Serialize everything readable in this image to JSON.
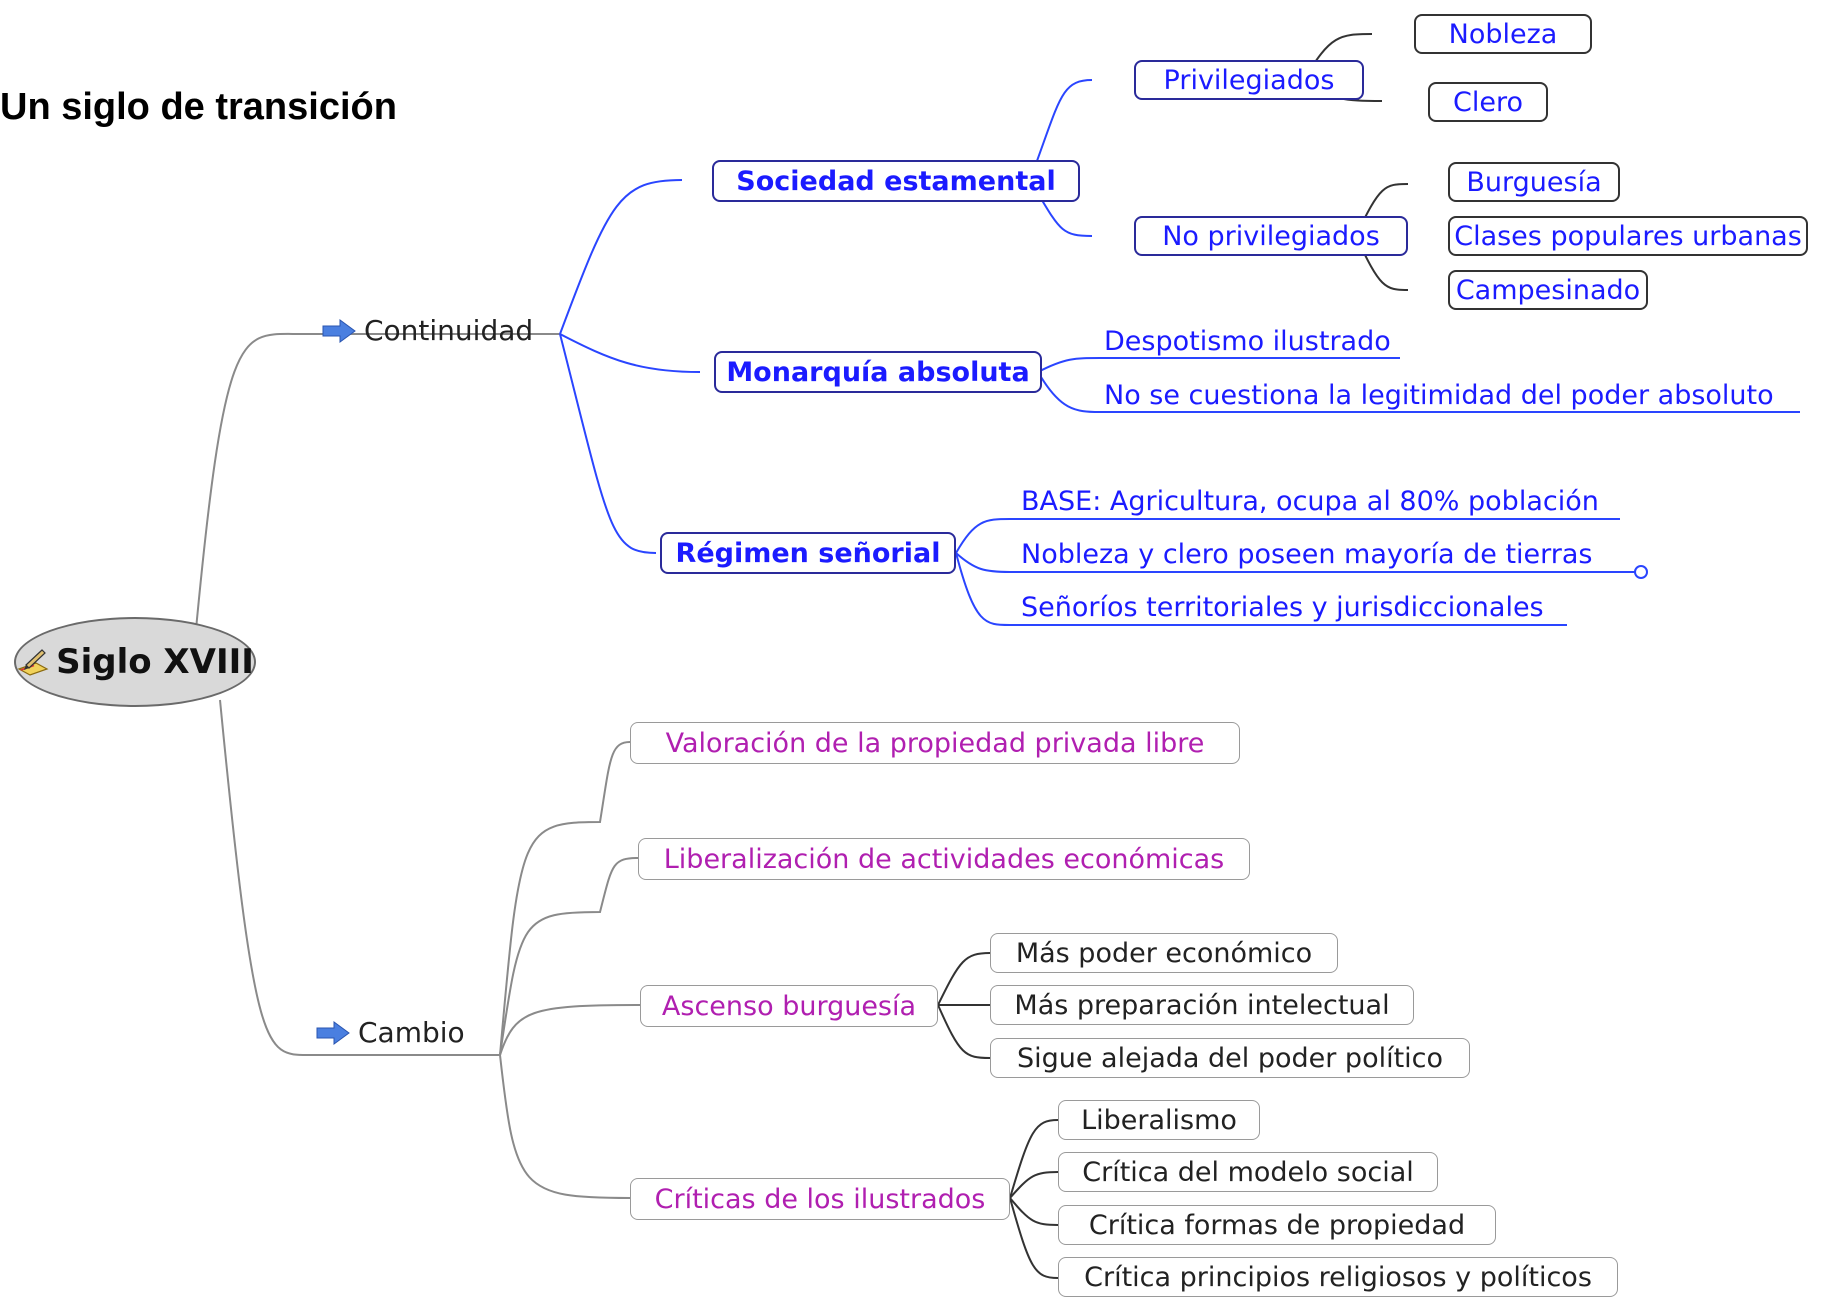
{
  "title": "Un siglo de transición",
  "root": {
    "label": "Siglo XVIII",
    "icon": "pencil-notepad-icon"
  },
  "branches": {
    "continuidad": {
      "label": "Continuidad",
      "icon": "blue-right-arrow-icon",
      "sociedad": {
        "label": "Sociedad estamental",
        "privilegiados": {
          "label": "Privilegiados",
          "children": [
            "Nobleza",
            "Clero"
          ]
        },
        "no_privilegiados": {
          "label": "No privilegiados",
          "children": [
            "Burguesía",
            "Clases populares urbanas",
            "Campesinado"
          ]
        }
      },
      "monarquia": {
        "label": "Monarquía absoluta",
        "children": [
          "Despotismo ilustrado",
          "No se cuestiona la legitimidad del poder absoluto"
        ]
      },
      "regimen": {
        "label": "Régimen señorial",
        "children": [
          "BASE: Agricultura, ocupa al 80% población",
          "Nobleza y clero poseen mayoría de tierras",
          "Señoríos territoriales y jurisdiccionales"
        ]
      }
    },
    "cambio": {
      "label": "Cambio",
      "icon": "blue-right-arrow-icon",
      "valoracion": {
        "label": "Valoración de la propiedad privada libre"
      },
      "liberalizacion": {
        "label": "Liberalización de actividades económicas"
      },
      "ascenso": {
        "label": "Ascenso burguesía",
        "children": [
          "Más poder económico",
          "Más preparación intelectual",
          "Sigue alejada del poder político"
        ]
      },
      "criticas": {
        "label": "Críticas de los ilustrados",
        "children": [
          "Liberalismo",
          "Crítica del modelo social",
          "Crítica formas de propiedad",
          "Crítica principios religiosos y políticos"
        ]
      }
    }
  },
  "colors": {
    "blue": "#1b1bff",
    "magenta": "#b01fb0",
    "grey_line": "#8a8a8a",
    "blue_line": "#2a45ff"
  }
}
